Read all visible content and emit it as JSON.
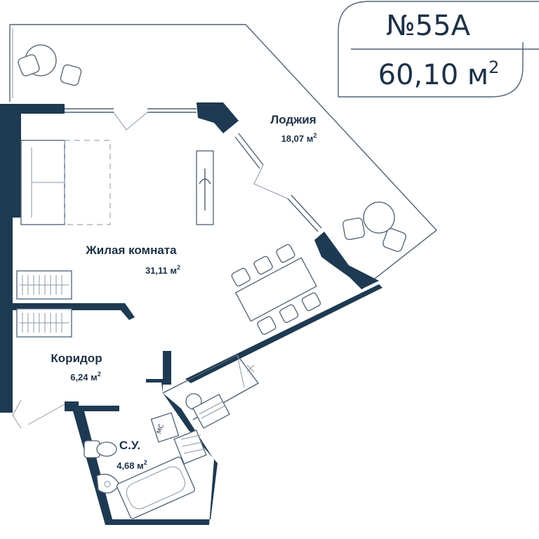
{
  "header": {
    "apartment_number": "№55А",
    "total_area_value": "60,10 м",
    "total_area_sup": "2"
  },
  "rooms": [
    {
      "name": "Лоджия",
      "area": "18,07 м",
      "sup": "2"
    },
    {
      "name": "Жилая комната",
      "area": "31,11 м",
      "sup": "2"
    },
    {
      "name": "Коридор",
      "area": "6,24 м",
      "sup": "2"
    },
    {
      "name": "С.У.",
      "area": "4,68 м",
      "sup": "2"
    }
  ],
  "fixtures": {
    "washer_label": "МС"
  },
  "colors": {
    "wall": "#1e3a52",
    "text": "#1d3146",
    "line": "#4f6173"
  }
}
